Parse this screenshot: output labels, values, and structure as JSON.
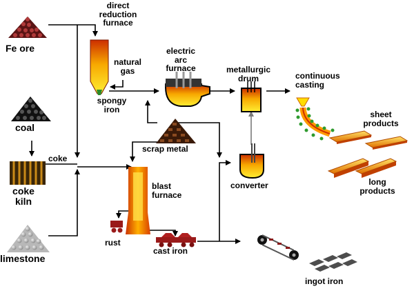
{
  "labels": {
    "fe_ore": "Fe ore",
    "coal": "coal",
    "coke_kiln_1": "coke",
    "coke_kiln_2": "kiln",
    "coke": "coke",
    "limestone": "limestone",
    "direct_reduction_1": "direct",
    "direct_reduction_2": "reduction",
    "direct_reduction_3": "furnace",
    "natural_gas_1": "natural",
    "natural_gas_2": "gas",
    "spongy_iron_1": "spongy",
    "spongy_iron_2": "iron",
    "eaf_1": "electric",
    "eaf_2": "arc",
    "eaf_3": "furnace",
    "metallurgic_drum_1": "metallurgic",
    "metallurgic_drum_2": "drum",
    "continuous_casting_1": "continuous",
    "continuous_casting_2": "casting",
    "sheet_products_1": "sheet",
    "sheet_products_2": "products",
    "scrap_metal": "scrap metal",
    "blast_furnace_1": "blast",
    "blast_furnace_2": "furnace",
    "converter": "converter",
    "long_products_1": "long",
    "long_products_2": "products",
    "rust": "rust",
    "cast_iron": "cast iron",
    "ingot_iron": "ingot iron"
  },
  "colors": {
    "arrow": "#000000",
    "light_arrow": "#7a7a7a",
    "fire_hot": "#ffee33",
    "fire_mid": "#f7a800",
    "fire_dark": "#cc2e00",
    "ore": "#7a1f1f",
    "coal": "#222222",
    "limestone": "#d0d0d0",
    "rust": "#9a1a1a",
    "ingot": "#555555"
  },
  "icons": [
    "fe-ore-pile-icon",
    "coal-pile-icon",
    "coke-kiln-icon",
    "limestone-pile-icon",
    "direct-reduction-furnace-icon",
    "electric-arc-furnace-icon",
    "metallurgic-drum-icon",
    "continuous-casting-icon",
    "sheet-products-icon",
    "scrap-metal-pile-icon",
    "blast-furnace-icon",
    "converter-icon",
    "long-products-icon",
    "rust-cart-icon",
    "cast-iron-car-icon",
    "ingot-conveyor-icon",
    "ingot-iron-pile-icon"
  ]
}
